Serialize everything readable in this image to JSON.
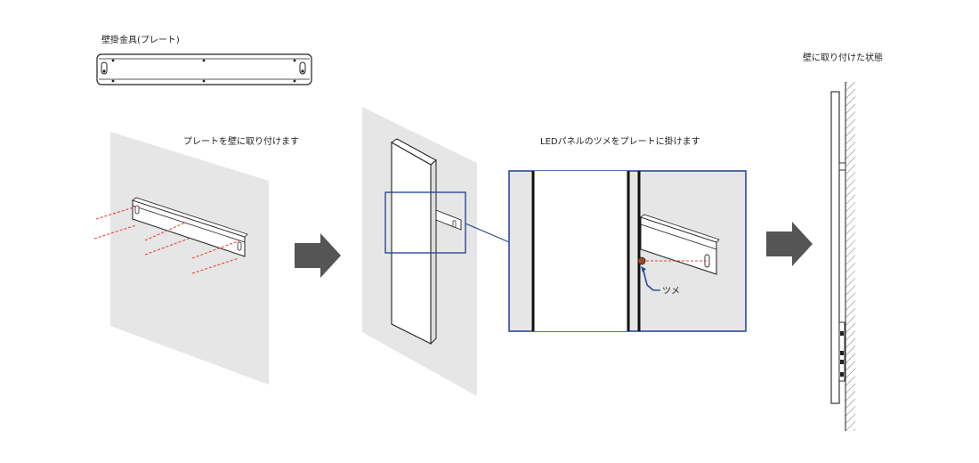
{
  "labels": {
    "bracket_title": "壁掛金具(プレート)",
    "step1": "プレートを壁に取り付けます",
    "step2": "LEDパネルのツメをプレートに掛けます",
    "hook": "ツメ",
    "final": "壁に取り付けた状態"
  },
  "colors": {
    "wall": "#e6e6e6",
    "arrow": "#555555",
    "dash": "#e8473a",
    "frame": "#2b4a99",
    "line": "#222222"
  },
  "icons": {
    "step_arrow": "right-block-arrow-icon",
    "hatch": "wall-hatch"
  }
}
